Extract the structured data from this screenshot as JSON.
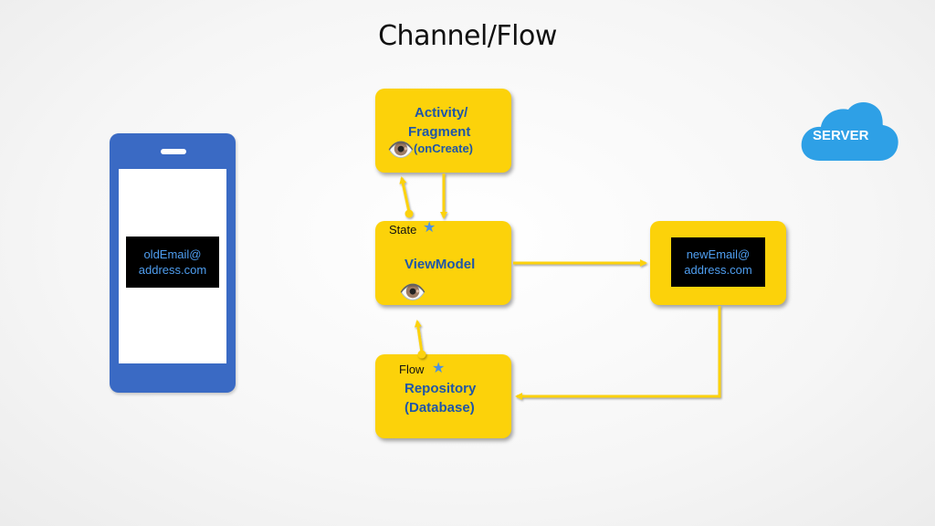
{
  "title": "Channel/Flow",
  "phone": {
    "email_line1": "oldEmail@",
    "email_line2": "address.com"
  },
  "activity": {
    "line1": "Activity/",
    "line2": "Fragment",
    "line3": "(onCreate)",
    "eye_icon": "eye-icon"
  },
  "viewmodel": {
    "state_label": "State",
    "label": "ViewModel",
    "eye_icon": "eye-icon",
    "star_icon": "star-icon"
  },
  "repository": {
    "flow_label": "Flow",
    "line1": "Repository",
    "line2": "(Database)",
    "star_icon": "star-icon"
  },
  "network_box": {
    "email_line1": "newEmail@",
    "email_line2": "address.com"
  },
  "server": {
    "label": "SERVER"
  },
  "colors": {
    "box_fill": "#fcd20a",
    "text_blue": "#1f56a8",
    "phone_blue": "#3a6ac4",
    "cloud_blue": "#2ea0e6"
  }
}
